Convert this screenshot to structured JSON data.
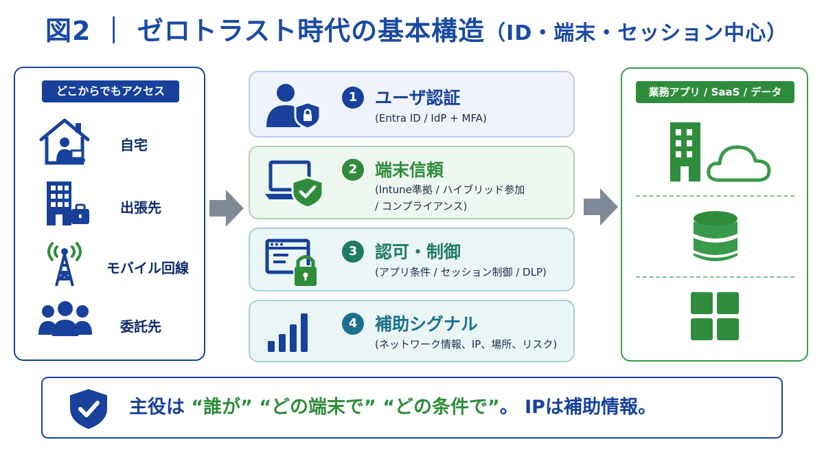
{
  "title": {
    "main": "図2 ｜ ゼロトラスト時代の基本構造",
    "sub": "（ID・端末・セッション中心）"
  },
  "left": {
    "header": "どこからでもアクセス",
    "items": [
      {
        "label": "自宅",
        "icon": "home-worker-icon"
      },
      {
        "label": "出張先",
        "icon": "building-briefcase-icon"
      },
      {
        "label": "モバイル回線",
        "icon": "cell-tower-icon"
      },
      {
        "label": "委託先",
        "icon": "people-group-icon"
      }
    ]
  },
  "steps": [
    {
      "num": "1",
      "title": "ユーザ認証",
      "desc": [
        "(Entra ID / IdP + MFA)"
      ],
      "icon": "user-shield-icon",
      "color": "#17419a"
    },
    {
      "num": "2",
      "title": "端末信頼",
      "desc": [
        "(Intune準拠 / ハイブリッド参加",
        "/ コンプライアンス)"
      ],
      "icon": "laptop-check-icon",
      "color": "#2f8c3c"
    },
    {
      "num": "3",
      "title": "認可・制御",
      "desc": [
        "(アプリ条件 / セッション制御 / DLP)"
      ],
      "icon": "window-lock-icon",
      "color": "#1f7a66"
    },
    {
      "num": "4",
      "title": "補助シグナル",
      "desc": [
        "(ネットワーク情報、IP、場所、リスク)"
      ],
      "icon": "signal-bars-icon",
      "color": "#1b6f8c"
    }
  ],
  "right": {
    "header": "業務アプリ / SaaS / データ",
    "icons": [
      "building-cloud-icon",
      "database-icon",
      "app-grid-icon"
    ]
  },
  "banner": {
    "icon": "shield-check-icon",
    "part1": "主役は",
    "q1": "“誰が”",
    "q2": "“どの端末で”",
    "q3": "“どの条件で”",
    "part2": "。 IPは補助情報。"
  },
  "colors": {
    "blue": "#17419a",
    "green": "#2f8c3c",
    "teal": "#1f7a66",
    "gray_arrow": "#7f8a99"
  }
}
